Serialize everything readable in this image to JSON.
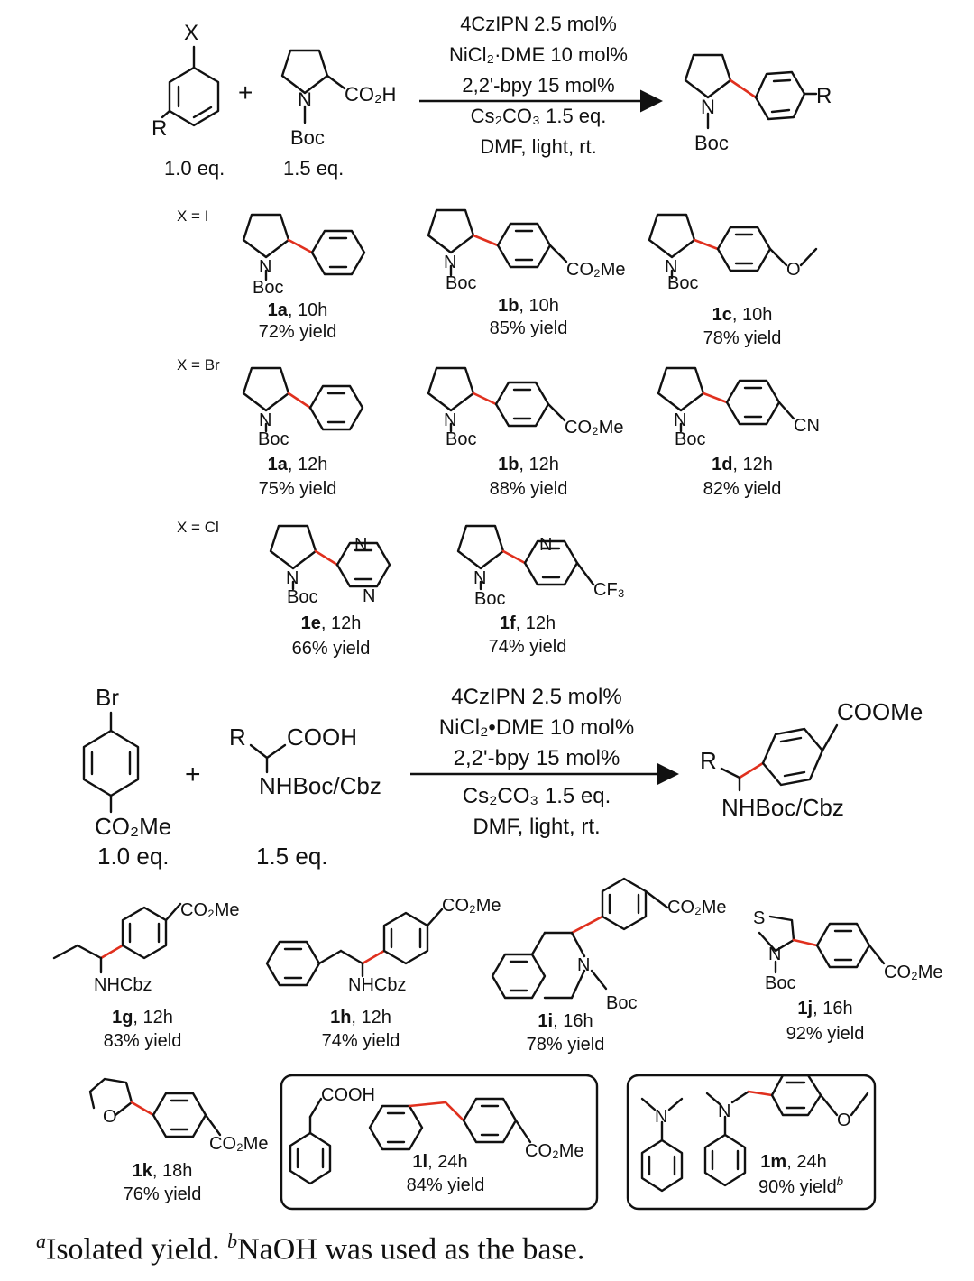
{
  "scheme1": {
    "aryl_substituent_x": "X",
    "aryl_substituent_r": "R",
    "plus": "+",
    "acid_n": "N",
    "acid_co2h": "CO₂H",
    "acid_boc": "Boc",
    "aryl_eq": "1.0 eq.",
    "acid_eq": "1.5 eq.",
    "conditions": [
      "4CzIPN 2.5 mol%",
      "NiCl₂·DME 10 mol%",
      "2,2'-bpy 15 mol%",
      "Cs₂CO₃ 1.5 eq.",
      "DMF, light, rt."
    ],
    "product_n": "N",
    "product_boc": "Boc",
    "product_r": "R"
  },
  "scope1": {
    "groups": [
      {
        "label": "X = I",
        "items": [
          {
            "id": "1a",
            "info": ", 10h",
            "yield": "72% yield",
            "boc": "Boc",
            "n": "N"
          },
          {
            "id": "1b",
            "info": ", 10h",
            "yield": "85% yield",
            "boc": "Boc",
            "n": "N",
            "sub": "CO₂Me"
          },
          {
            "id": "1c",
            "info": ", 10h",
            "yield": "78% yield",
            "boc": "Boc",
            "n": "N",
            "sub": "O"
          }
        ]
      },
      {
        "label": "X = Br",
        "items": [
          {
            "id": "1a",
            "info": ", 12h",
            "yield": "75% yield",
            "boc": "Boc",
            "n": "N"
          },
          {
            "id": "1b",
            "info": ", 12h",
            "yield": "88% yield",
            "boc": "Boc",
            "n": "N",
            "sub": "CO₂Me"
          },
          {
            "id": "1d",
            "info": ", 12h",
            "yield": "82% yield",
            "boc": "Boc",
            "n": "N",
            "sub": "CN"
          }
        ]
      },
      {
        "label": "X = Cl",
        "items": [
          {
            "id": "1e",
            "info": ", 12h",
            "yield": "66% yield",
            "boc": "Boc",
            "n": "N",
            "ring_n1": "N",
            "ring_n2": "N"
          },
          {
            "id": "1f",
            "info": ", 12h",
            "yield": "74% yield",
            "boc": "Boc",
            "n": "N",
            "ring_n1": "N",
            "sub": "CF₃"
          }
        ]
      }
    ]
  },
  "scheme2": {
    "aryl_br": "Br",
    "aryl_co2me": "CO₂Me",
    "aryl_eq": "1.0 eq.",
    "plus": "+",
    "acid_r": "R",
    "acid_cooh": "COOH",
    "acid_nh": "NHBoc/Cbz",
    "acid_eq": "1.5 eq.",
    "conditions": [
      "4CzIPN 2.5 mol%",
      "NiCl₂•DME 10 mol%",
      "2,2'-bpy 15 mol%",
      "Cs₂CO₃ 1.5 eq.",
      "DMF, light, rt."
    ],
    "product_cooме": "",
    "product_coome": "COOMe",
    "product_r": "R",
    "product_nh": "NHBoc/Cbz"
  },
  "scope2": {
    "items": [
      {
        "id": "1g",
        "info": ", 12h",
        "yield": "83% yield",
        "sub": "CO₂Me",
        "nh": "NHCbz"
      },
      {
        "id": "1h",
        "info": ", 12h",
        "yield": "74% yield",
        "sub": "CO₂Me",
        "nh": "NHCbz"
      },
      {
        "id": "1i",
        "info": ", 16h",
        "yield": "78% yield",
        "sub": "CO₂Me",
        "n": "N",
        "boc": "Boc"
      },
      {
        "id": "1j",
        "info": ", 16h",
        "yield": "92% yield",
        "sub": "CO₂Me",
        "s": "S",
        "n": "N",
        "boc": "Boc"
      },
      {
        "id": "1k",
        "info": ", 18h",
        "yield": "76% yield",
        "sub": "CO₂Me",
        "o": "O"
      },
      {
        "id": "1l",
        "info": ", 24h",
        "yield": "84% yield",
        "sub": "CO₂Me",
        "cooh": "COOH"
      },
      {
        "id": "1m",
        "info": ", 24h",
        "yield": "90% yield",
        "yield_mark": "b",
        "n1": "N",
        "n2": "N",
        "o": "O"
      }
    ]
  },
  "footnote": {
    "a_mark": "a",
    "a_text": "Isolated yield. ",
    "b_mark": "b",
    "b_text": "NaOH was used as the base."
  },
  "colors": {
    "new_bond": "#e0301e",
    "ink": "#111111"
  }
}
